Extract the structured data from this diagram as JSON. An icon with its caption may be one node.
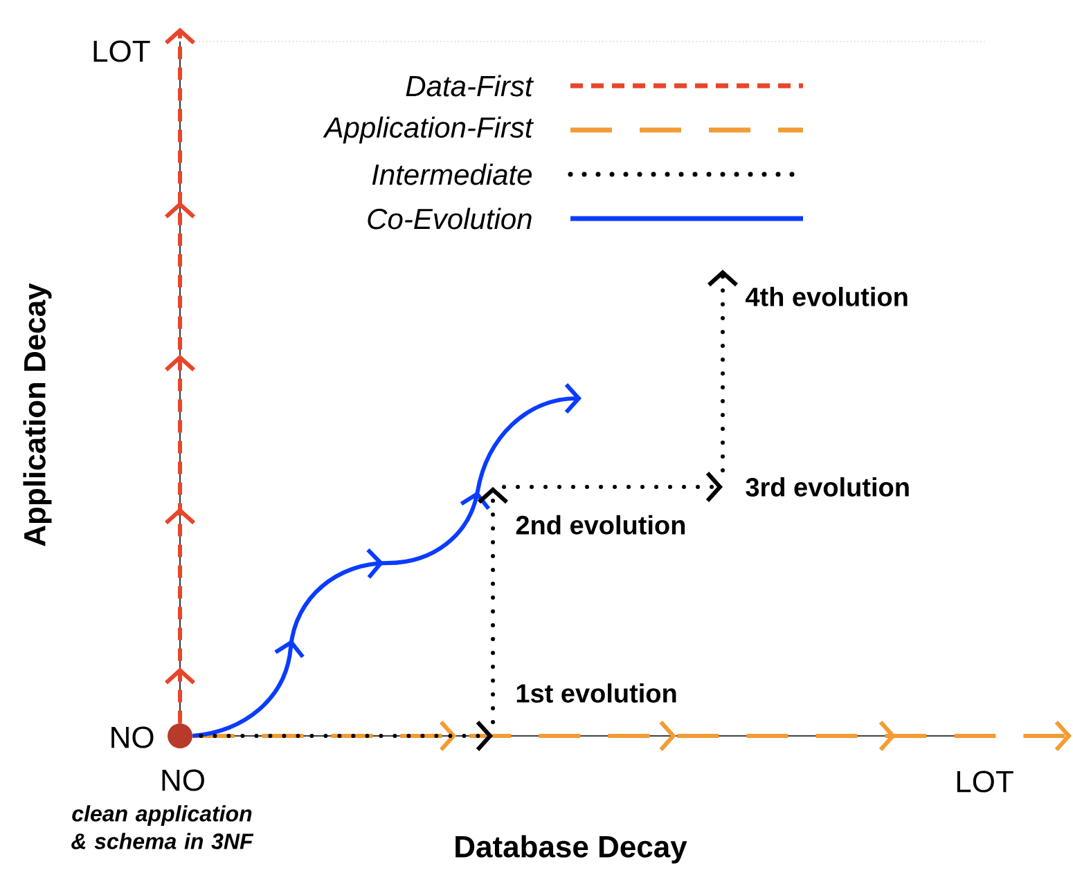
{
  "diagram": {
    "nodes": [
      {
        "text": [],
        "shape": "circle",
        "beside": [
          "clean application & schema in 3NF"
        ]
      },
      {
        "text": [
          "1st evolution"
        ]
      },
      {
        "text": [
          "2nd evolution"
        ]
      },
      {
        "text": [
          "3rd evolution"
        ]
      },
      {
        "text": [
          "4th evolution"
        ]
      }
    ],
    "edges": [
      {
        "from": 0,
        "to": null,
        "arrow": "to",
        "style": "dashed",
        "color": "#e8452a"
      },
      {
        "from": 0,
        "to": null,
        "arrow": "to",
        "style": "dashed",
        "color": "#f39c34"
      },
      {
        "from": 0,
        "to": null,
        "arrow": "to",
        "color": "#0a3cff"
      },
      {
        "from": 0,
        "to": 1,
        "arrow": "to",
        "style": "dashed",
        "color": "#000000"
      },
      {
        "from": 1,
        "to": 2,
        "arrow": "to",
        "style": "dashed",
        "color": "#000000"
      },
      {
        "from": 2,
        "to": 3,
        "arrow": "to",
        "style": "dashed",
        "color": "#000000"
      },
      {
        "from": 3,
        "to": 4,
        "arrow": "to",
        "style": "dashed",
        "color": "#000000"
      }
    ],
    "labels": [
      "LOT",
      "Application Decay",
      "NO",
      "NO",
      "LOT",
      "Database Decay"
    ],
    "legend": [
      {
        "text": "Data-First"
      },
      {
        "text": "Application-First"
      },
      {
        "text": "Intermediate"
      },
      {
        "text": "Co-Evolution"
      }
    ]
  }
}
